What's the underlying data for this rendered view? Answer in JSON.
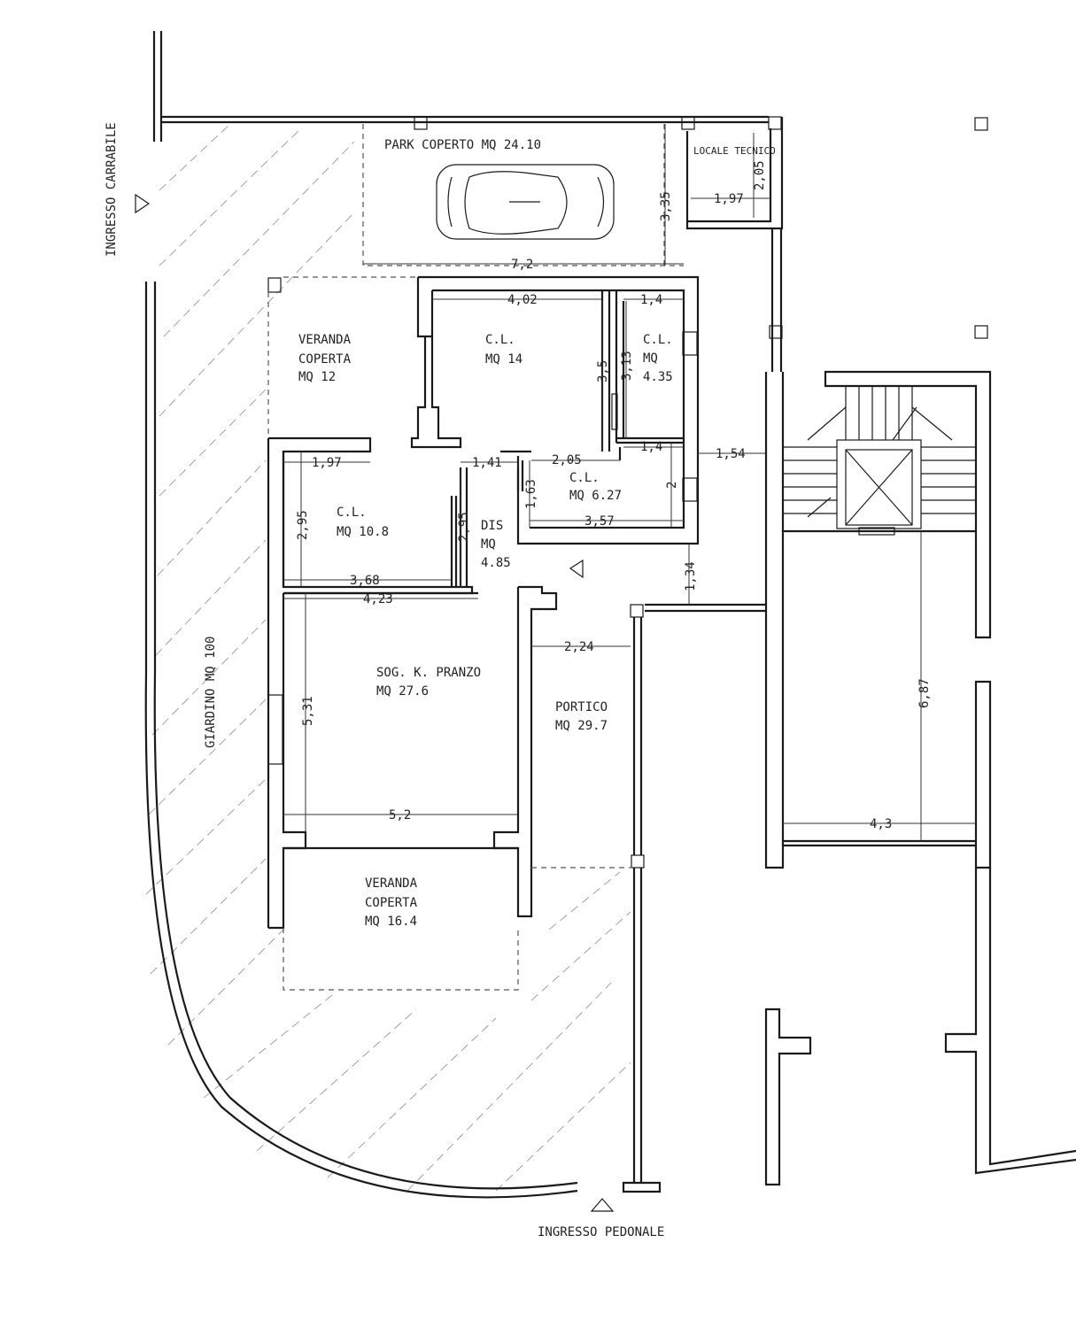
{
  "entrances": {
    "vehicle": "INGRESSO CARRABILE",
    "pedestrian": "INGRESSO PEDONALE"
  },
  "rooms": {
    "park": "PARK COPERTO MQ 24.10",
    "tech": "LOCALE TECNICO",
    "veranda1": [
      "VERANDA",
      "COPERTA",
      "MQ 12"
    ],
    "cl14": [
      "C.L.",
      "MQ 14"
    ],
    "cl435": [
      "C.L.",
      "MQ",
      "4.35"
    ],
    "cl108": [
      "C.L.",
      "MQ 10.8"
    ],
    "cl627": [
      "C.L.",
      "MQ 6.27"
    ],
    "dis": [
      "DIS",
      "MQ",
      "4.85"
    ],
    "soggiorno": [
      "SOG. K. PRANZO",
      "MQ 27.6"
    ],
    "portico": [
      "PORTICO",
      "MQ 29.7"
    ],
    "veranda2": [
      "VERANDA",
      "COPERTA",
      "MQ 16.4"
    ],
    "giardino": "GIARDINO MQ 100"
  },
  "dimensions": {
    "d_205_tech": "2,05",
    "d_197_tech": "1,97",
    "d_335": "3,35",
    "d_72": "7,2",
    "d_402": "4,02",
    "d_14a": "1,4",
    "d_35": "3,5",
    "d_313": "3,13",
    "d_14b": "1,4",
    "d_197": "1,97",
    "d_141": "1,41",
    "d_205": "2,05",
    "d_154": "1,54",
    "d_295a": "2,95",
    "d_295b": "2,95",
    "d_163": "1,63",
    "d_2": "2",
    "d_357": "3,57",
    "d_368": "3,68",
    "d_423": "4,23",
    "d_134": "1,34",
    "d_224": "2,24",
    "d_531": "5,31",
    "d_52": "5,2",
    "d_687": "6,87",
    "d_43": "4,3"
  }
}
